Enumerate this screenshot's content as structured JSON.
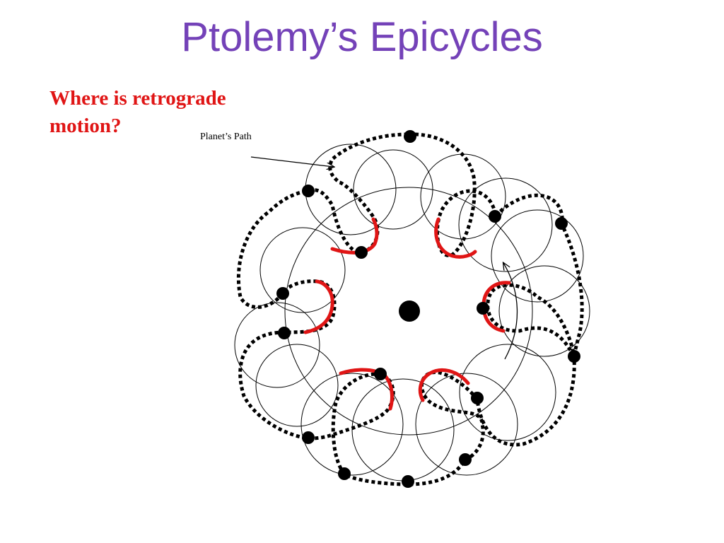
{
  "slide": {
    "title": "Ptolemy’s Epicycles",
    "question": "Where is retrograde motion?",
    "path_label": "Planet’s Path"
  },
  "colors": {
    "title": "#7442b8",
    "question": "#e01515",
    "retrograde": "#e01515",
    "path": "#000000"
  }
}
